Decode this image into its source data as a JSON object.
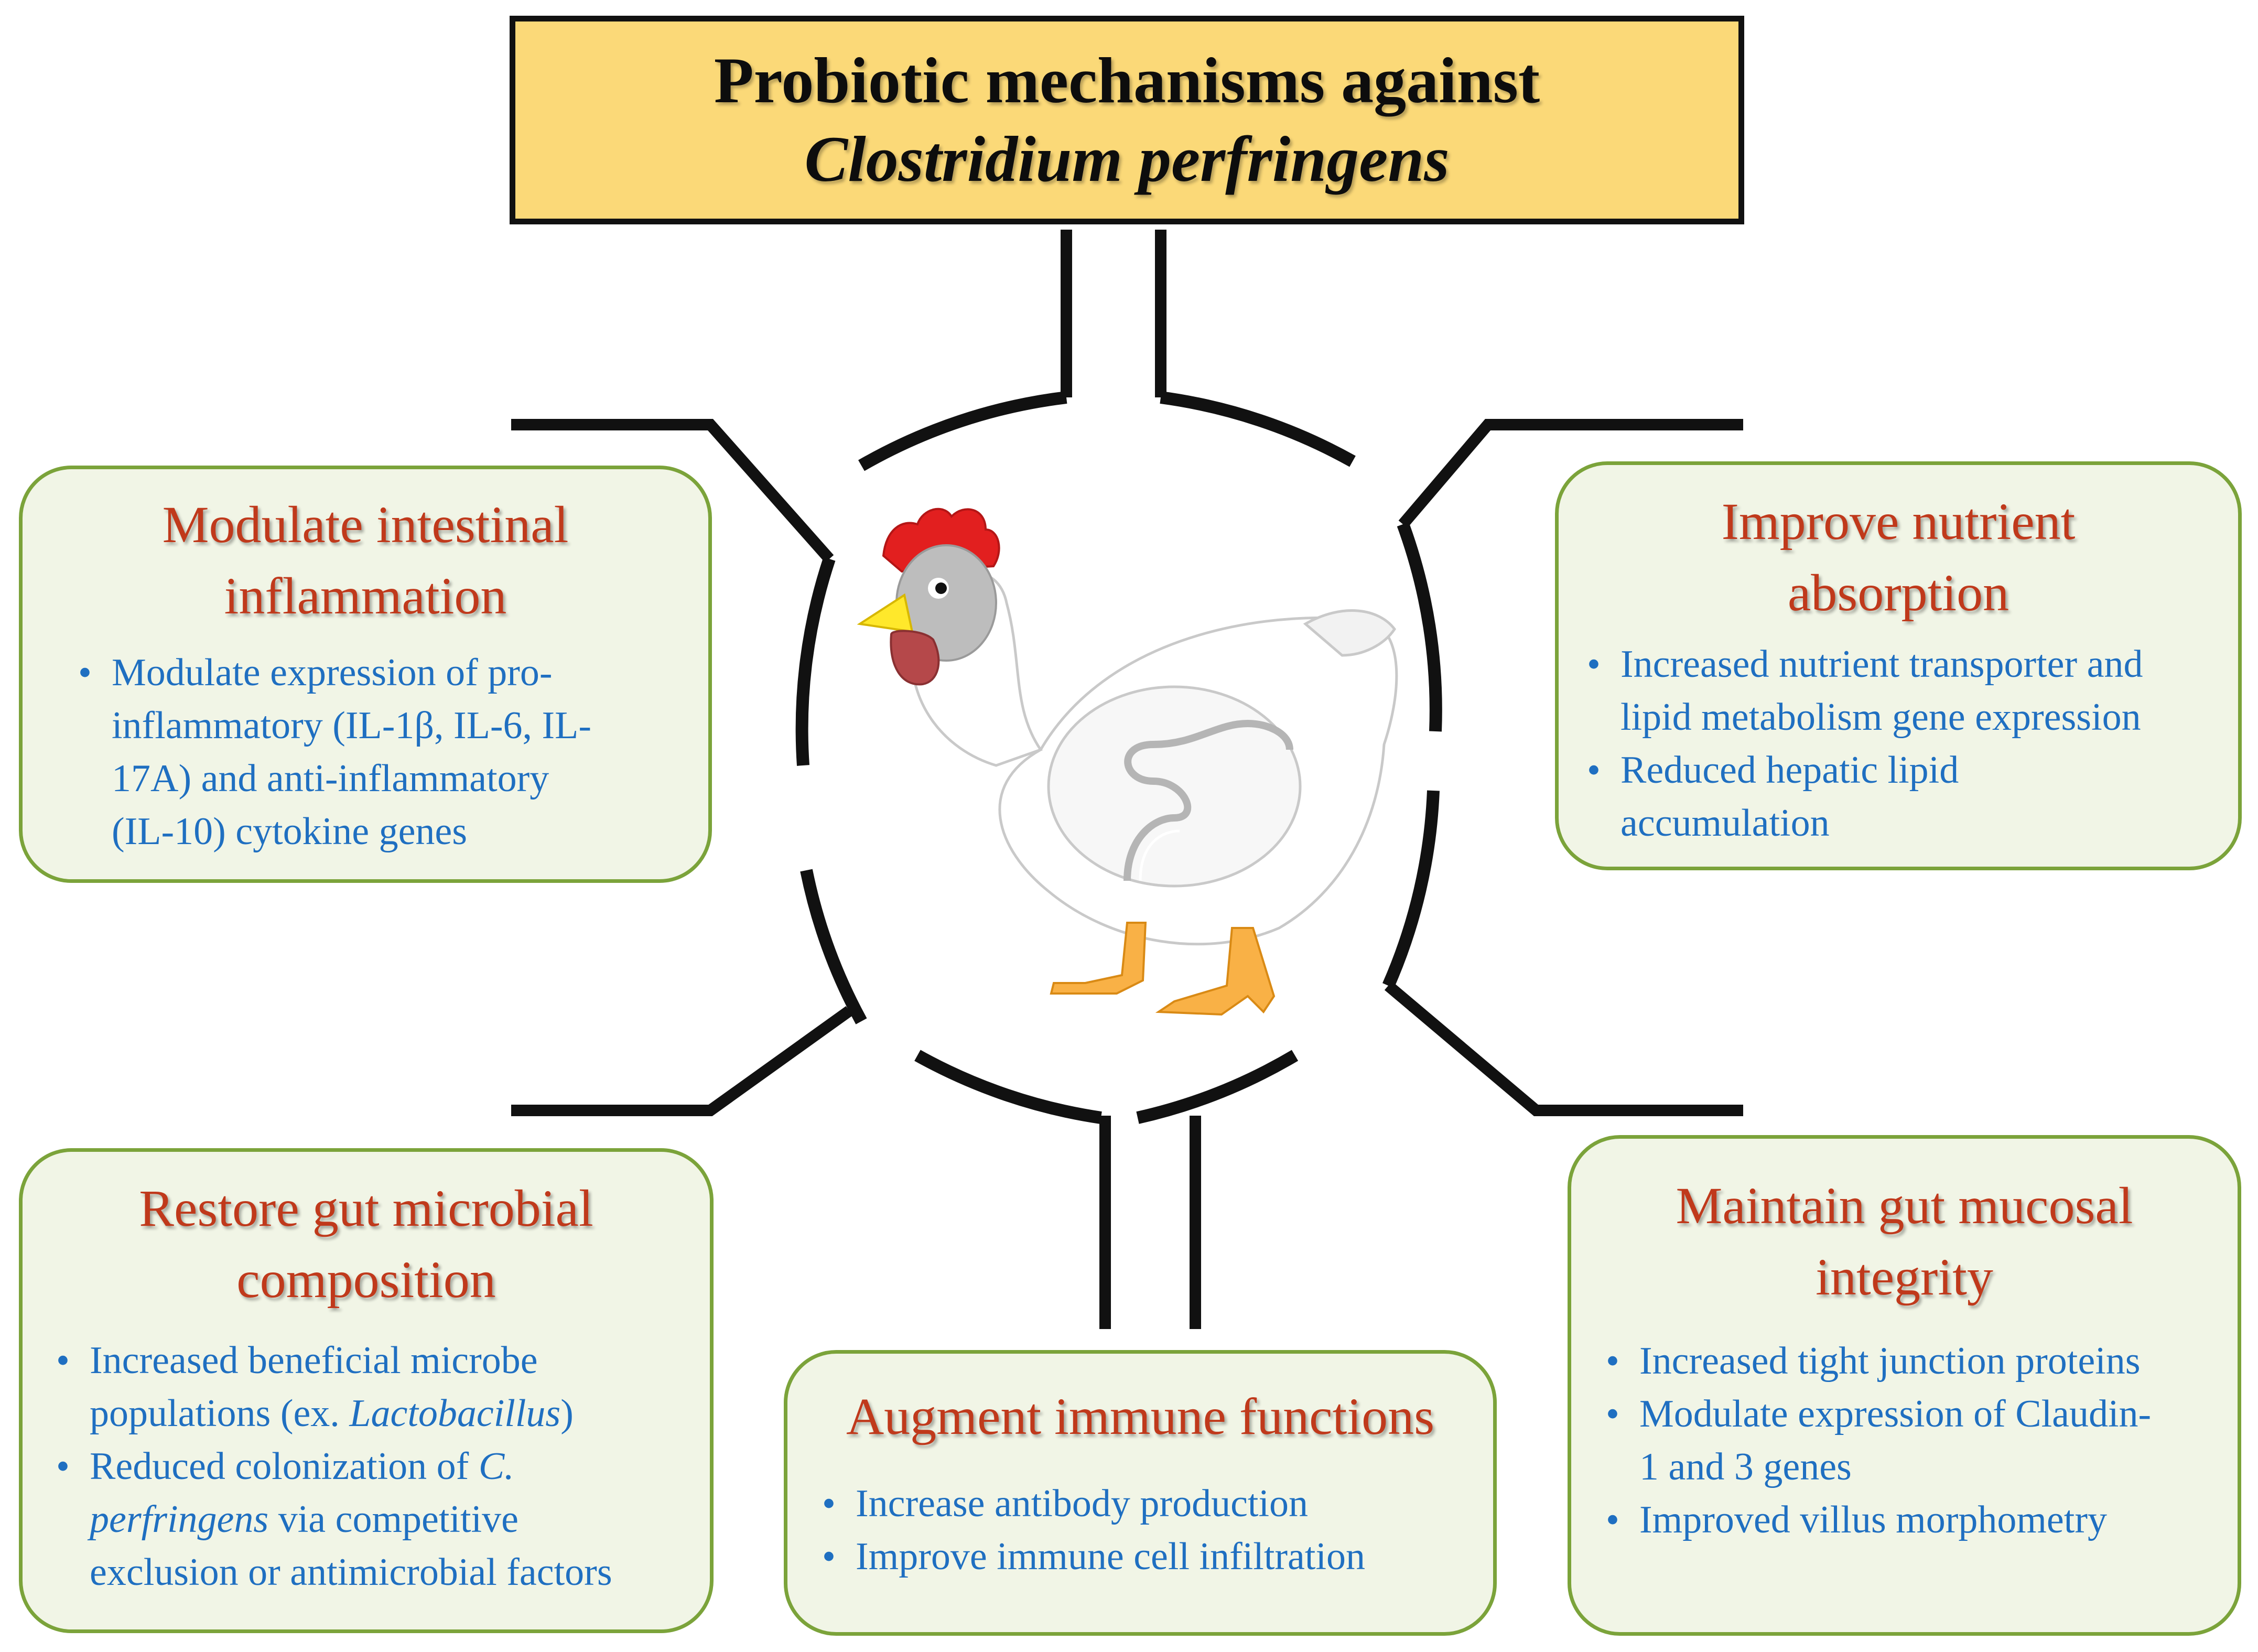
{
  "title": {
    "line1": "Probiotic mechanisms against",
    "line2": "Clostridium perfringens"
  },
  "boxes": {
    "inflammation": {
      "heading_line1": "Modulate intestinal",
      "heading_line2": "inflammation",
      "bullets": [
        {
          "t1": "Modulate expression of pro-",
          "t2": "inflammatory (IL-1β, IL-6, IL-",
          "t3": "17A) and anti-inflammatory",
          "t4": "(IL-10) cytokine genes"
        }
      ]
    },
    "nutrient": {
      "heading_line1": "Improve nutrient",
      "heading_line2": "absorption",
      "bullets": [
        {
          "t1": "Increased nutrient transporter and",
          "t2": "lipid metabolism gene expression"
        },
        {
          "t1": "Reduced hepatic lipid",
          "t2": "accumulation"
        }
      ]
    },
    "microbial": {
      "heading_line1": "Restore gut microbial",
      "heading_line2": "composition",
      "bullets": [
        {
          "t1": "Increased beneficial microbe",
          "t2a": "populations (ex. ",
          "t2b": "Lactobacillus",
          "t2c": ")"
        },
        {
          "t1a": "Reduced colonization of ",
          "t1b": "C.",
          "t2a": "perfringens",
          "t2b": " via competitive",
          "t3": "exclusion or antimicrobial factors"
        }
      ]
    },
    "immune": {
      "heading": "Augment immune functions",
      "bullets": [
        {
          "t1": "Increase antibody production"
        },
        {
          "t1": "Improve immune cell infiltration"
        }
      ]
    },
    "mucosal": {
      "heading_line1": "Maintain gut mucosal",
      "heading_line2": "integrity",
      "bullets": [
        {
          "t1": "Increased tight junction proteins"
        },
        {
          "t1": "Modulate expression of Claudin-",
          "t2": "1 and 3 genes"
        },
        {
          "t1": "Improved villus morphometry"
        }
      ]
    }
  },
  "colors": {
    "title_fill": "#fbd978",
    "box_fill": "#f1f5e6",
    "box_border": "#7ba33a",
    "heading_text": "#c0391b",
    "bullet_text": "#1f6fc1",
    "connector": "#111111"
  },
  "center_icon": "chicken-icon"
}
